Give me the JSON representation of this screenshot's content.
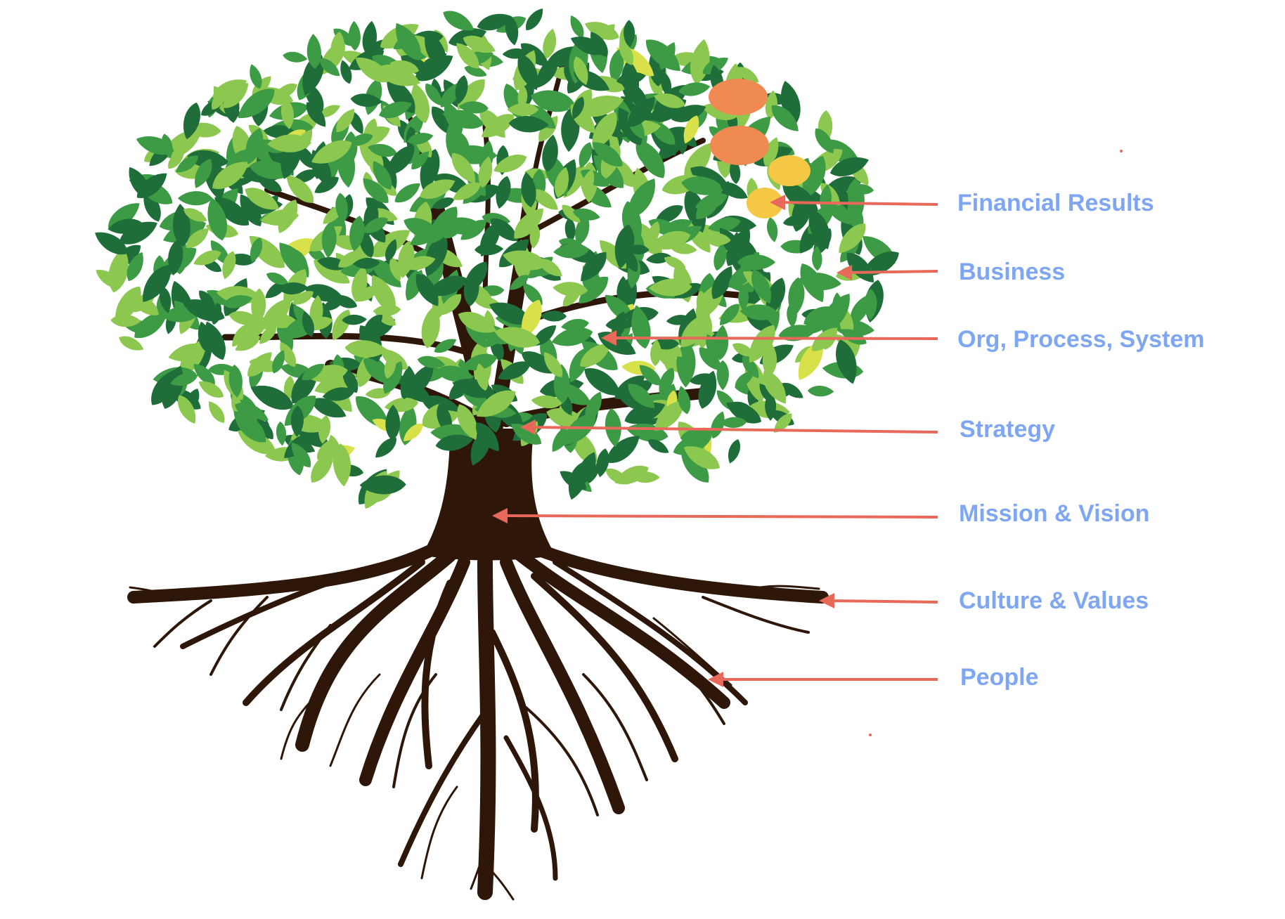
{
  "diagram": {
    "labels": [
      {
        "id": "financial-results",
        "text": "Financial Results",
        "target": "fruit"
      },
      {
        "id": "business",
        "text": "Business",
        "target": "leaves"
      },
      {
        "id": "org-process-system",
        "text": "Org, Process, System",
        "target": "branches"
      },
      {
        "id": "strategy",
        "text": "Strategy",
        "target": "main-limbs"
      },
      {
        "id": "mission-vision",
        "text": "Mission & Vision",
        "target": "trunk"
      },
      {
        "id": "culture-values",
        "text": "Culture & Values",
        "target": "upper-roots"
      },
      {
        "id": "people",
        "text": "People",
        "target": "deep-roots"
      }
    ]
  },
  "colors": {
    "label_text": "#7ea6f2",
    "arrow": "#e8685a",
    "trunk": "#2e1609",
    "leaf_dark": "#1f6e3a",
    "leaf_mid": "#3d9a45",
    "leaf_light": "#8cc850",
    "leaf_yellow": "#d8e04a",
    "fruit_orange": "#ef8a52",
    "fruit_yellow": "#f4c744"
  }
}
